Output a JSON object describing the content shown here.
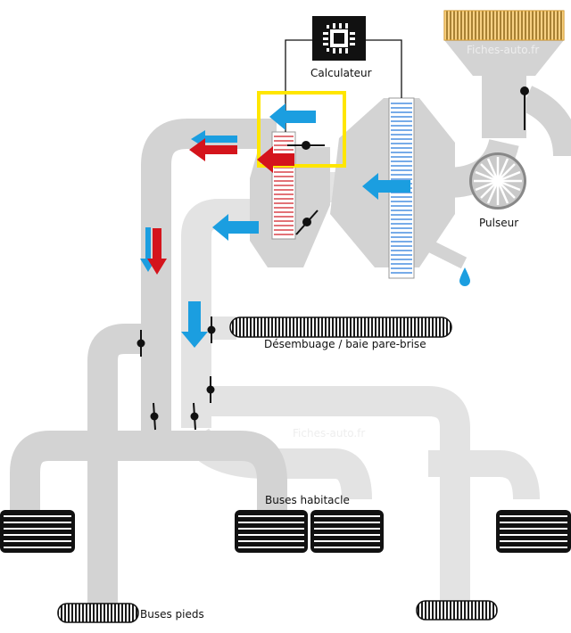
{
  "labels": {
    "calculateur": "Calculateur",
    "pulseur": "Pulseur",
    "desembuage": "Désembuage / baie pare-brise",
    "buses_habitacle": "Buses habitacle",
    "buses_pieds": "Buses pieds"
  },
  "watermarks": [
    "Fiches-auto.fr",
    "Fiches-auto.fr"
  ],
  "colors": {
    "duct": "#d3d3d3",
    "duct_light": "#e3e3e3",
    "cold_arrow": "#1b9ee0",
    "hot_arrow": "#d4141c",
    "highlight": "#ffe600",
    "filter": "#f5b942",
    "evaporator": "#4a8fe0",
    "heater": "#d9434a"
  }
}
